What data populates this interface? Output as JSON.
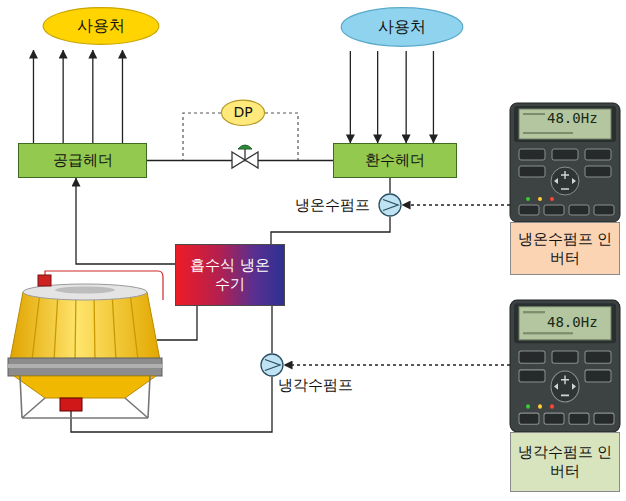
{
  "diagram": {
    "nodes": [
      {
        "text": [
          "사용처"
        ]
      },
      {
        "text": [
          "사용처"
        ]
      },
      {
        "text": [
          "DP"
        ]
      },
      {
        "text": [
          "공급헤더"
        ]
      },
      {
        "text": [
          "환수헤더"
        ]
      },
      {
        "text": [
          "냉온수펌프"
        ]
      },
      {
        "text": [
          "흡수식 냉온수기"
        ]
      },
      {
        "text": [
          "냉온수펌프 인버터"
        ]
      },
      {
        "text": [
          "냉각수펌프"
        ]
      },
      {
        "text": [
          "냉각수펌프 인버터"
        ]
      }
    ],
    "edges": [
      {
        "from": 3,
        "to": 0,
        "arrow": "to"
      },
      {
        "from": 3,
        "to": 0,
        "arrow": "to"
      },
      {
        "from": 3,
        "to": 0,
        "arrow": "to"
      },
      {
        "from": 3,
        "to": 0,
        "arrow": "to"
      },
      {
        "from": 1,
        "to": 4,
        "arrow": "to"
      },
      {
        "from": 1,
        "to": 4,
        "arrow": "to"
      },
      {
        "from": 1,
        "to": 4,
        "arrow": "to"
      },
      {
        "from": 1,
        "to": 4,
        "arrow": "to"
      },
      {
        "from": 3,
        "to": 4,
        "arrow": "none"
      },
      {
        "from": 4,
        "to": 5,
        "arrow": "none"
      },
      {
        "from": 5,
        "to": 6,
        "arrow": "none"
      },
      {
        "from": 6,
        "to": 3,
        "arrow": "to"
      },
      {
        "from": 7,
        "to": 5,
        "arrow": "to"
      },
      {
        "from": 6,
        "to": 8,
        "arrow": "none"
      },
      {
        "from": 9,
        "to": 8,
        "arrow": "to"
      }
    ],
    "labels": [
      "48.0Hz",
      "48.0Hz"
    ]
  }
}
